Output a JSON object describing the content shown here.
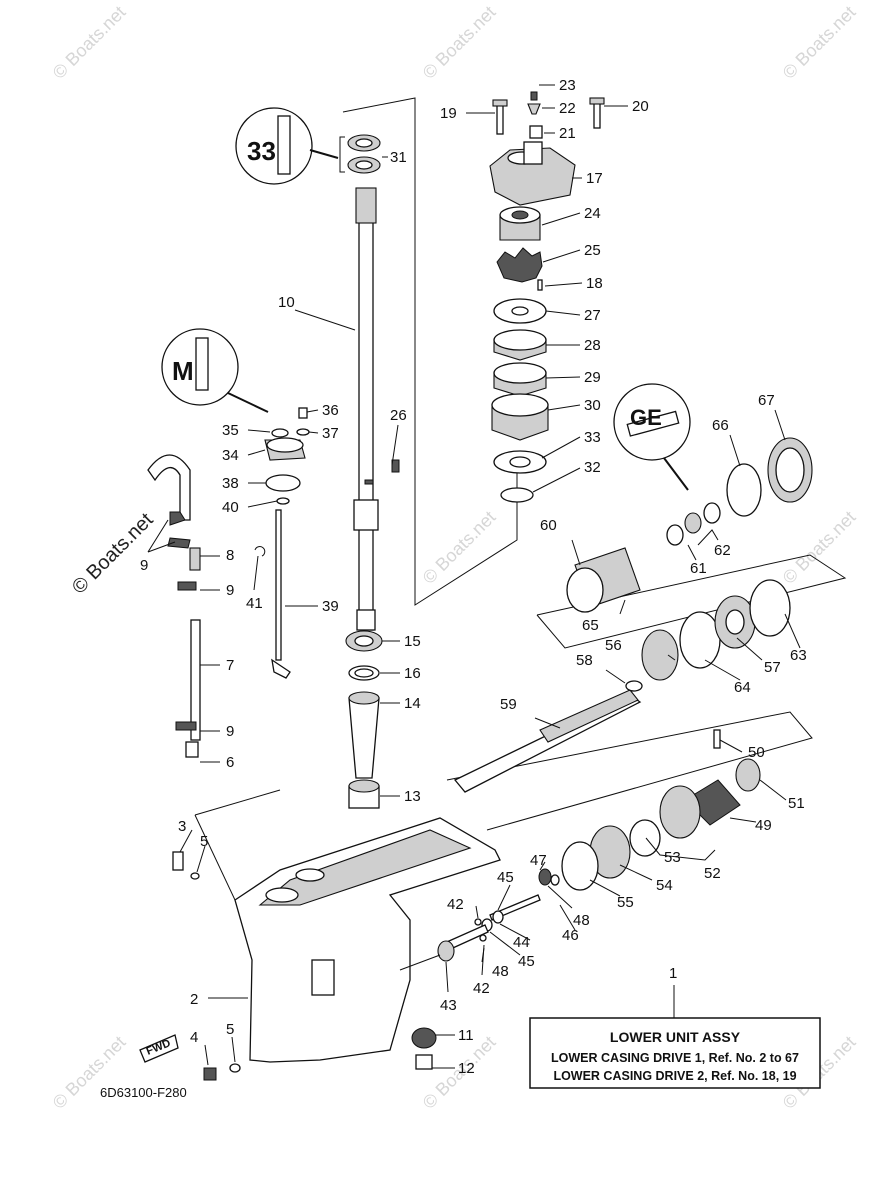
{
  "watermarks": [
    "© Boats.net",
    "© Boats.net",
    "© Boats.net",
    "© Boats.net",
    "© Boats.net",
    "© Boats.net",
    "© Boats.net",
    "© Boats.net",
    "© Boats.net"
  ],
  "diagram_code": "6D63100-F280",
  "fwd_label": "FWD",
  "assembly_box": {
    "title": "LOWER UNIT ASSY",
    "line1": "LOWER CASING DRIVE 1,  Ref. No. 2 to 67",
    "line2": "LOWER CASING DRIVE 2,  Ref. No. 18, 19"
  },
  "part_labels": [
    "1",
    "2",
    "3",
    "4",
    "5",
    "5",
    "6",
    "7",
    "8",
    "9",
    "9",
    "9",
    "9",
    "10",
    "11",
    "12",
    "13",
    "14",
    "15",
    "16",
    "17",
    "18",
    "19",
    "20",
    "21",
    "22",
    "23",
    "24",
    "25",
    "26",
    "27",
    "28",
    "29",
    "30",
    "31",
    "32",
    "33",
    "34",
    "35",
    "36",
    "37",
    "38",
    "39",
    "40",
    "41",
    "42",
    "42",
    "43",
    "44",
    "45",
    "45",
    "46",
    "47",
    "48",
    "48",
    "49",
    "50",
    "51",
    "52",
    "53",
    "54",
    "55",
    "56",
    "57",
    "58",
    "59",
    "60",
    "61",
    "62",
    "63",
    "64",
    "65",
    "66",
    "67"
  ]
}
